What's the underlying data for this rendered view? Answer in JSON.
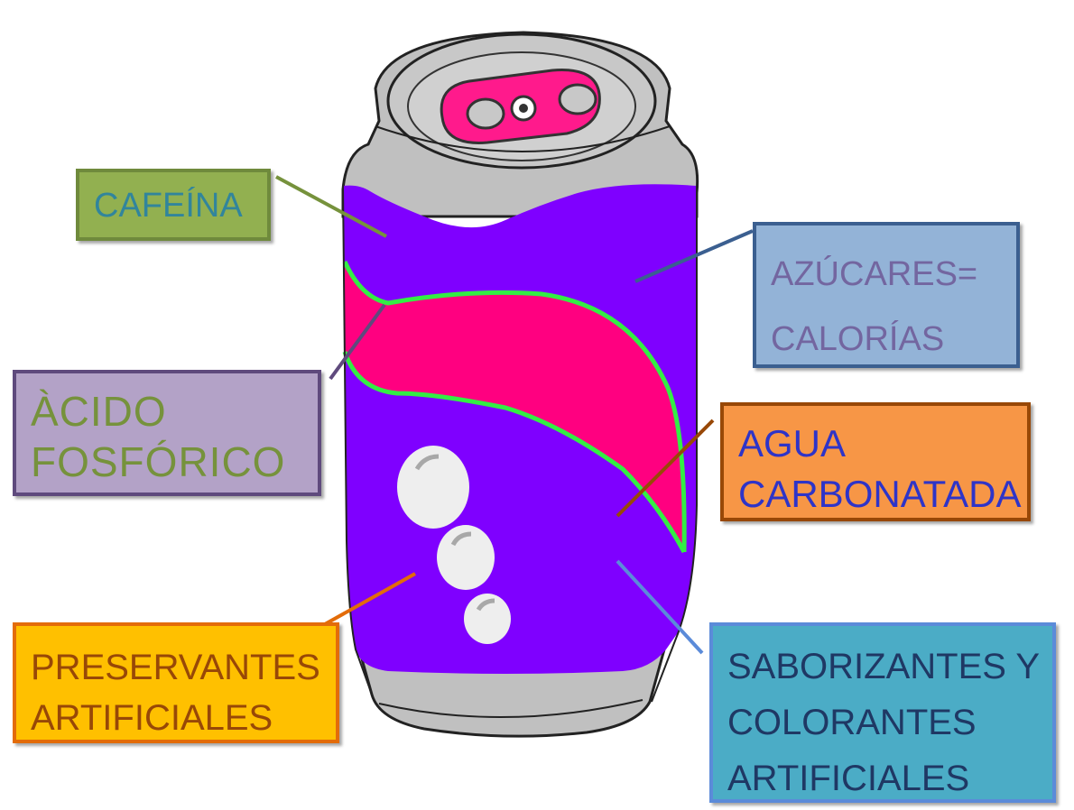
{
  "labels": {
    "cafeina": {
      "lines": [
        "CAFEÍNA"
      ]
    },
    "azucares": {
      "lines": [
        "AZÚCARES=",
        "CALORÍAS"
      ]
    },
    "acido": {
      "lines": [
        "ÀCIDO",
        "FOSFÓRICO"
      ]
    },
    "agua": {
      "lines": [
        "AGUA",
        "CARBONATADA"
      ]
    },
    "preservantes": {
      "lines": [
        "PRESERVANTES",
        "ARTIFICIALES"
      ]
    },
    "saborizantes": {
      "lines": [
        "SABORIZANTES Y",
        "COLORANTES",
        "ARTIFICIALES"
      ]
    }
  },
  "colors": {
    "can_body": "#7f00ff",
    "can_metal": "#c0c0c0",
    "wave_band": "#ff0080",
    "wave_outline": "#33ee44",
    "pull_tab": "#ff1a8c",
    "bubbles": "#eeeeee"
  }
}
